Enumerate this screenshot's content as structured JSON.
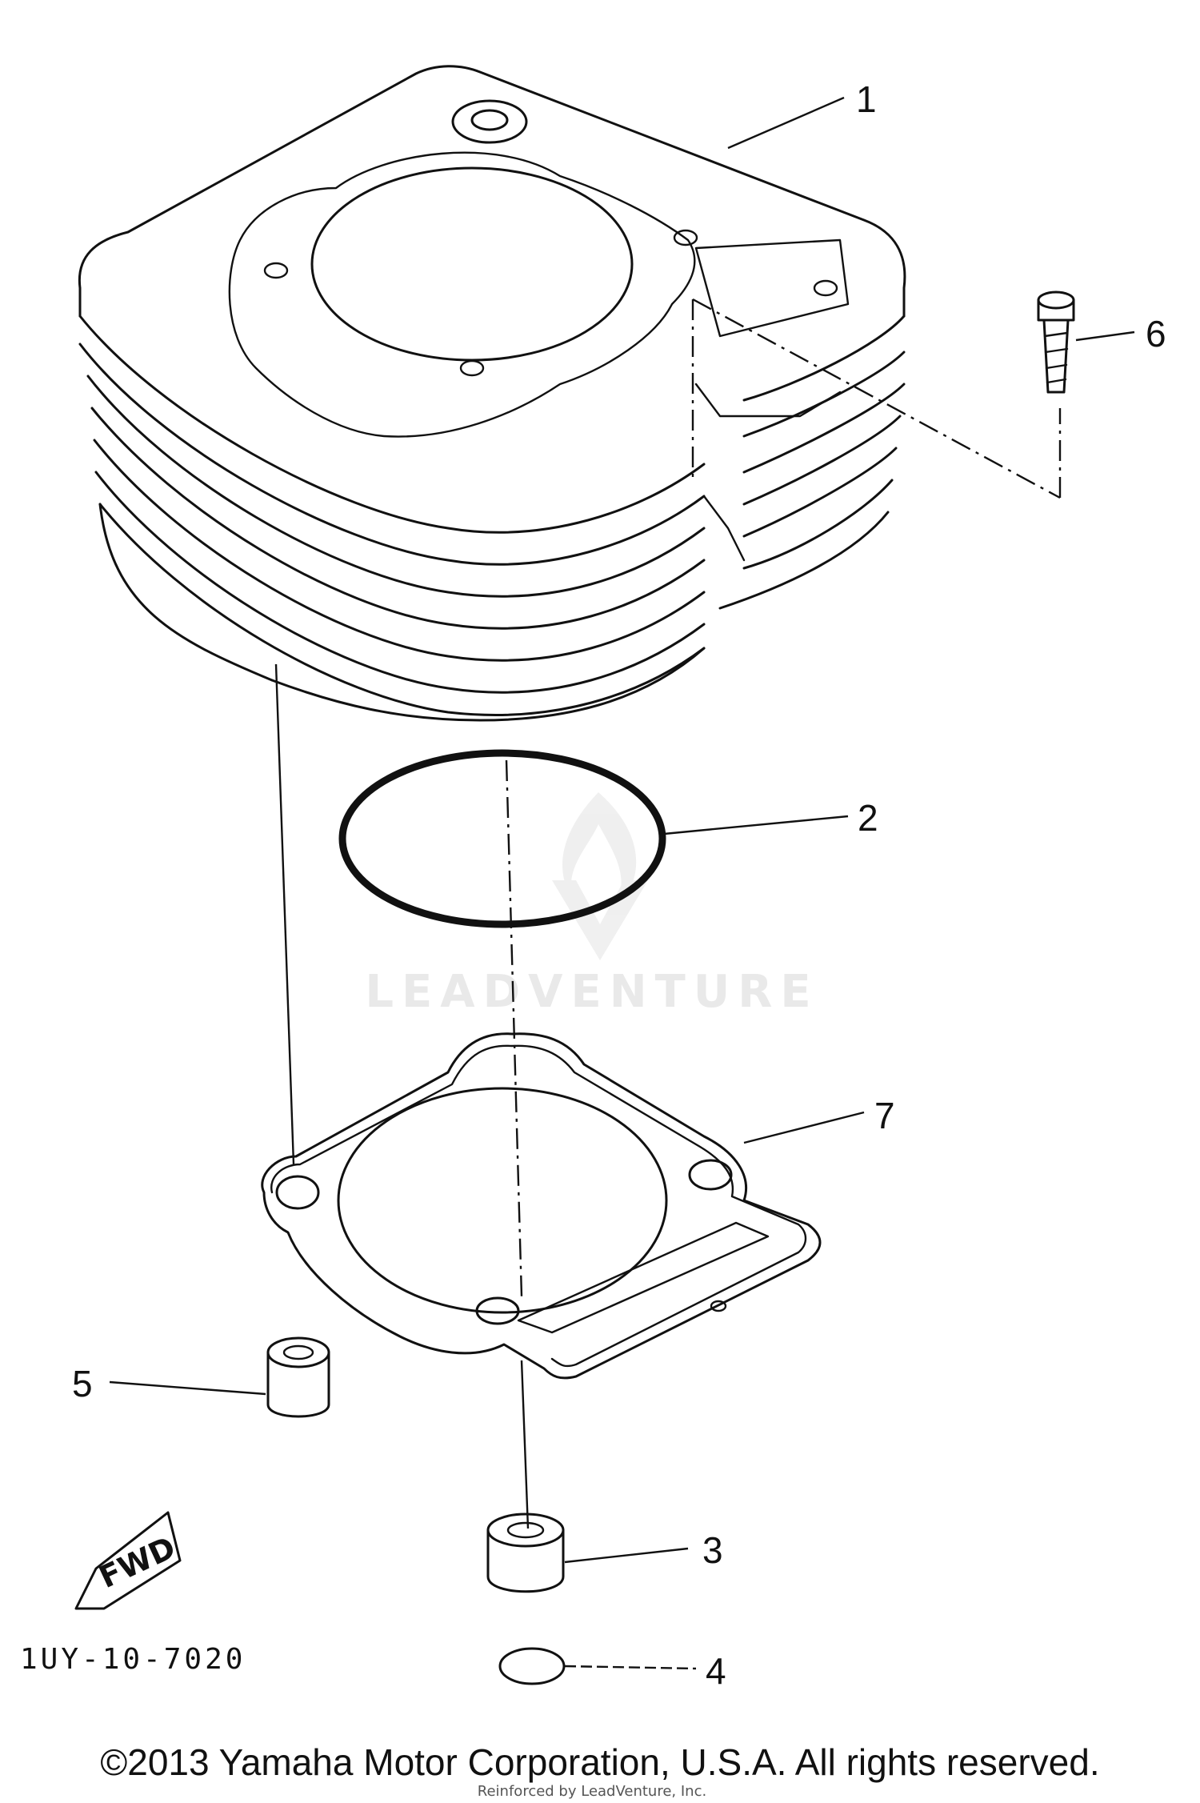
{
  "diagram": {
    "callouts": {
      "p1": "1",
      "p2": "2",
      "p3": "3",
      "p4": "4",
      "p5": "5",
      "p6": "6",
      "p7": "7"
    },
    "fwd_label": "FWD",
    "drawing_code": "1UY-10-7020",
    "watermark": "LEADVENTURE",
    "watermark_small": "Reinforced by LeadVenture, Inc."
  },
  "footer": {
    "copyright": "©2013 Yamaha Motor Corporation, U.S.A. All rights reserved."
  }
}
